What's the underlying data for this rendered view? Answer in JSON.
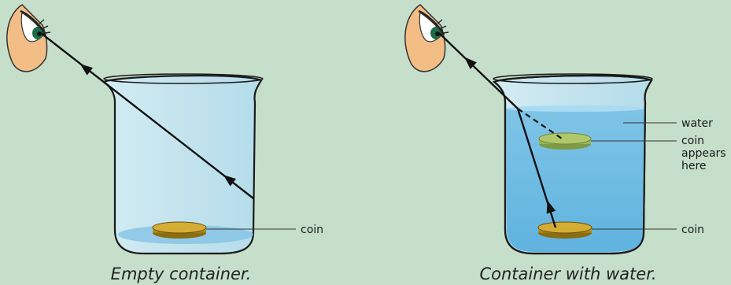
{
  "panels": {
    "left": {
      "caption": "Empty container.",
      "coin_label": "coin"
    },
    "right": {
      "caption": "Container with water.",
      "water_label": "water",
      "coin_image_label": [
        "coin",
        "appears",
        "here"
      ],
      "coin_label": "coin"
    }
  },
  "colors": {
    "background": "#c6dfca",
    "water": "#8ec9e8",
    "coin": "#c9a227",
    "coin_image": "#a6c266",
    "ray": "#111111",
    "skin": "#f3be86",
    "iris": "#1f6b48"
  },
  "icons": {
    "eye": "eye-icon",
    "coin": "coin-icon"
  }
}
